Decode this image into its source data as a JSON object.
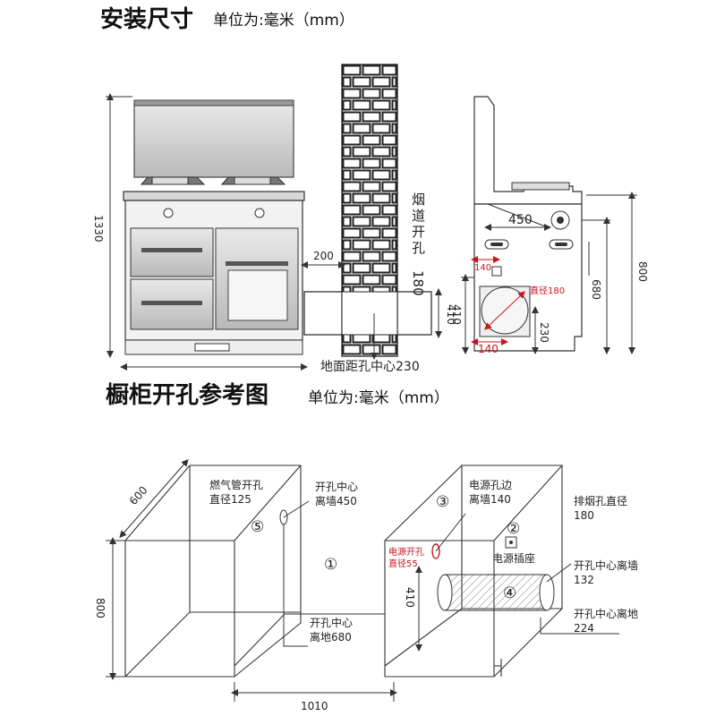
{
  "install": {
    "title": "安装尺寸",
    "unit": "单位为:毫米（mm）",
    "dim_height_total": "1330",
    "dim_flue_offset": "200",
    "flue_label": "烟道开孔180",
    "dim_pipe_height": "410",
    "ground_label": "地面距孔中心230",
    "side_dim_depth": "450",
    "side_dim_height": "800",
    "side_dim_680": "680",
    "side_dim_140_top": "140",
    "side_diameter": "直径180",
    "side_dim_410": "410",
    "side_dim_230": "230",
    "side_dim_140_bottom": "140"
  },
  "cabinet": {
    "title": "橱柜开孔参考图",
    "unit": "单位为:毫米（mm）",
    "dim_depth": "600",
    "dim_height": "800",
    "dim_width": "1010",
    "gas_hole_1": "燃气管开孔",
    "gas_hole_2": "直径125",
    "gas_center_1": "开孔中心",
    "gas_center_2": "离墙450",
    "power_edge_1": "电源孔边",
    "power_edge_2": "离墙140",
    "power_hole_1": "电源开孔",
    "power_hole_2": "直径55",
    "socket_label": "电源插座",
    "flue_dia_1": "排烟孔直径",
    "flue_dia_2": "180",
    "flue_wall_1": "开孔中心离墙",
    "flue_wall_2": "132",
    "flue_ground_1": "开孔中心离地",
    "flue_ground_2": "224",
    "gas_ground_1": "开孔中心",
    "gas_ground_2": "离地680",
    "dim_410": "410",
    "num_1": "①",
    "num_2": "②",
    "num_3": "③",
    "num_4": "④",
    "num_5": "⑤"
  },
  "colors": {
    "line": "#333333",
    "red": "#c8161d",
    "panel": "#bdbdbd",
    "brick": "#ffffff"
  }
}
